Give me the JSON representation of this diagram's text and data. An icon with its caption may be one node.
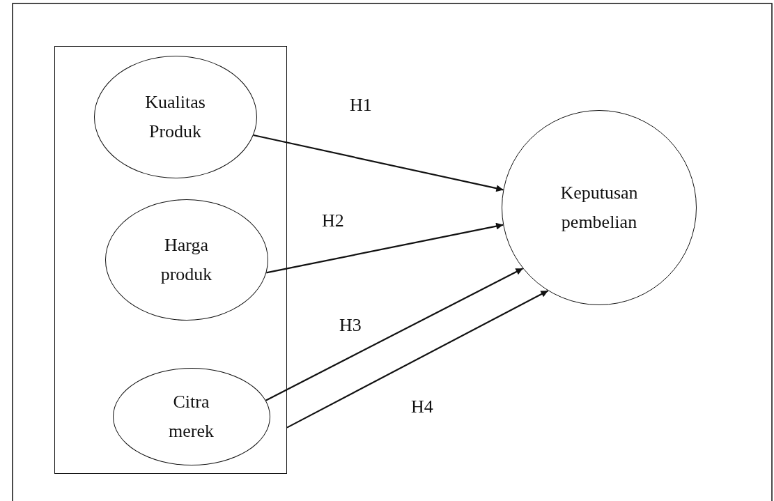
{
  "diagram": {
    "nodes": [
      {
        "text": [],
        "shape": "box"
      },
      {
        "text": [
          "Kualitas Produk"
        ],
        "in": 0
      },
      {
        "text": [
          "Harga produk"
        ],
        "in": 0
      },
      {
        "text": [
          "Citra merek"
        ],
        "in": 0
      },
      {
        "text": [
          "Keputusan pembelian"
        ]
      }
    ],
    "edges": [
      {
        "from": 1,
        "to": 4,
        "arrow": "to",
        "label": "H1"
      },
      {
        "from": 2,
        "to": 4,
        "arrow": "to",
        "label": "H2"
      },
      {
        "from": 3,
        "to": 4,
        "arrow": "to",
        "label": "H3"
      },
      {
        "from": 0,
        "to": 4,
        "arrow": "to",
        "label": "H4"
      }
    ]
  }
}
